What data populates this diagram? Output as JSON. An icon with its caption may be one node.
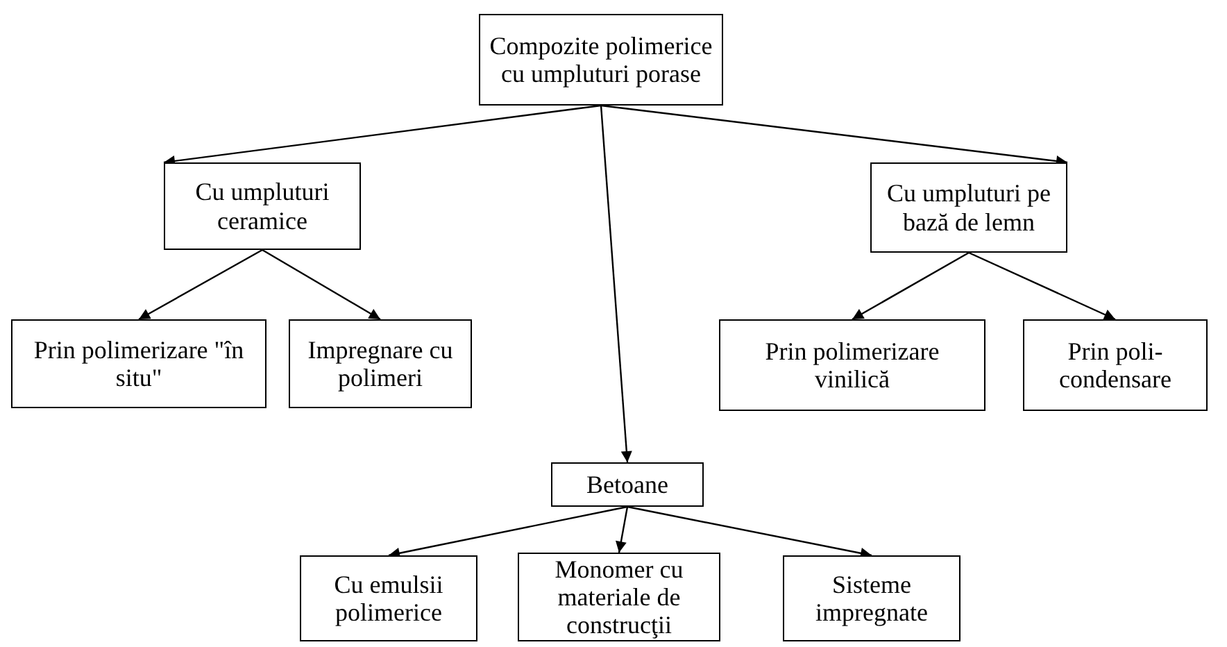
{
  "diagram": {
    "nodes": [
      {
        "text": [
          "Compozite polimerice cu umpluturi porase"
        ]
      },
      {
        "text": [
          "Cu umpluturi ceramice"
        ]
      },
      {
        "text": [
          "Cu umpluturi pe bază de lemn"
        ]
      },
      {
        "text": [
          "Prin polimerizare \"în situ\""
        ]
      },
      {
        "text": [
          "Impregnare cu polimeri"
        ]
      },
      {
        "text": [
          "Prin polimerizare vinilică"
        ]
      },
      {
        "text": [
          "Prin poli-condensare"
        ]
      },
      {
        "text": [
          "Betoane"
        ]
      },
      {
        "text": [
          "Cu emulsii polimerice"
        ]
      },
      {
        "text": [
          "Monomer cu materiale de construcţii"
        ]
      },
      {
        "text": [
          "Sisteme impregnate"
        ]
      }
    ],
    "edges": [
      {
        "from": 0,
        "to": 1,
        "arrow": "to"
      },
      {
        "from": 0,
        "to": 2,
        "arrow": "to"
      },
      {
        "from": 0,
        "to": 7,
        "arrow": "to"
      },
      {
        "from": 1,
        "to": 3,
        "arrow": "to"
      },
      {
        "from": 1,
        "to": 4,
        "arrow": "to"
      },
      {
        "from": 2,
        "to": 5,
        "arrow": "to"
      },
      {
        "from": 2,
        "to": 6,
        "arrow": "to"
      },
      {
        "from": 7,
        "to": 8,
        "arrow": "to"
      },
      {
        "from": 7,
        "to": 9,
        "arrow": "to"
      },
      {
        "from": 7,
        "to": 10,
        "arrow": "to"
      }
    ]
  }
}
